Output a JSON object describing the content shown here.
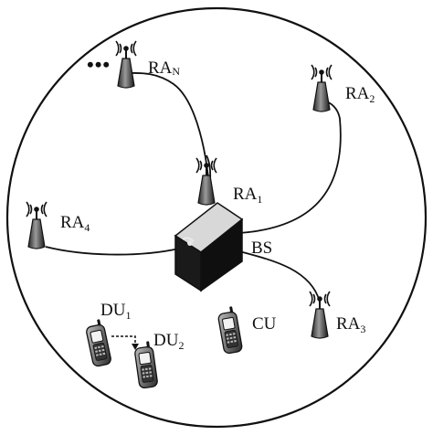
{
  "diagram": {
    "more_indicator": "•••",
    "base_station": {
      "label": "BS"
    },
    "remote_antennas": [
      {
        "id": "RA1",
        "label": "RA",
        "sub": "1"
      },
      {
        "id": "RA2",
        "label": "RA",
        "sub": "2"
      },
      {
        "id": "RA3",
        "label": "RA",
        "sub": "3"
      },
      {
        "id": "RA4",
        "label": "RA",
        "sub": "4"
      },
      {
        "id": "RAN",
        "label": "RA",
        "sub": "N"
      }
    ],
    "devices": [
      {
        "id": "DU1",
        "label": "DU",
        "sub": "1"
      },
      {
        "id": "DU2",
        "label": "DU",
        "sub": "2"
      },
      {
        "id": "CU",
        "label": "CU",
        "sub": ""
      }
    ],
    "colors": {
      "line": "#111111",
      "fill_dark": "#1a1a1a",
      "fill_mid": "#555555",
      "background": "#ffffff"
    }
  }
}
